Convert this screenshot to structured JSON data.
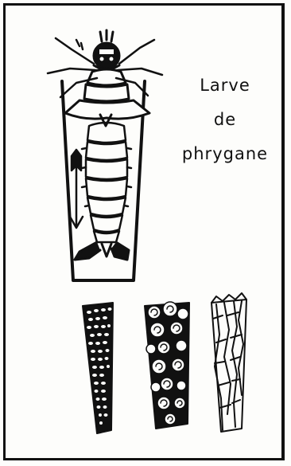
{
  "caption": {
    "line1": "Larve",
    "line2": "de",
    "line3": "phrygane"
  },
  "colors": {
    "ink": "#111111",
    "paper": "#fdfdfb"
  }
}
